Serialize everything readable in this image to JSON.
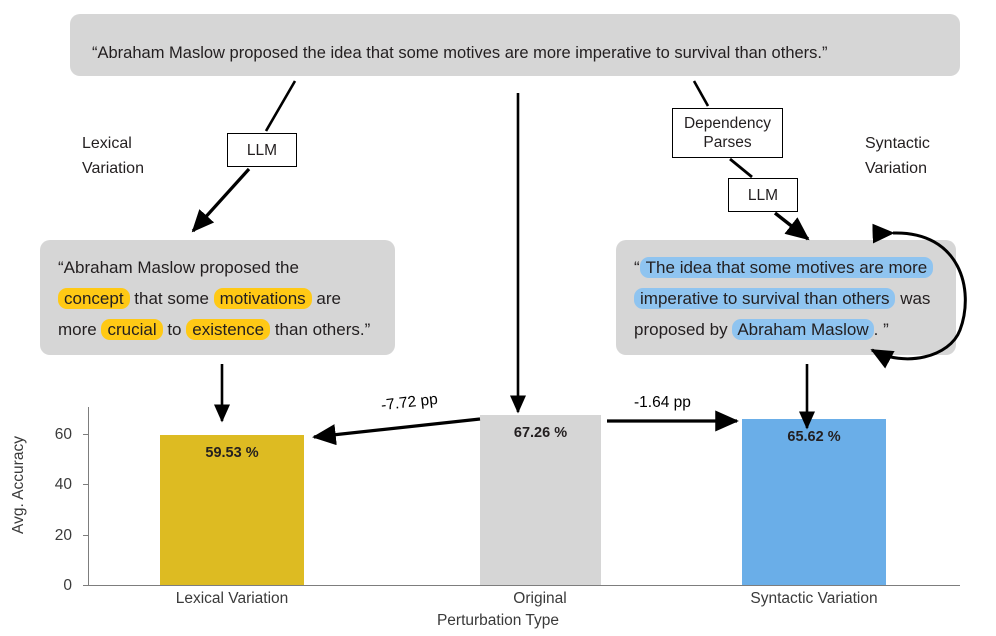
{
  "top_quote": "“Abraham Maslow proposed the idea that some motives are more imperative to survival than others.”",
  "left_branch": {
    "caption": "Lexical Variation",
    "caption_line1": "Lexical",
    "caption_line2": "Variation",
    "llm_box": "LLM",
    "quote_parts": {
      "p1": "“Abraham Maslow proposed the",
      "h1": "concept",
      "p2": "that some",
      "h2": "motivations",
      "p3": "are",
      "p4": "more",
      "h3": "crucial",
      "p5": "to",
      "h4": "existence",
      "p6": "than others.”"
    }
  },
  "right_branch": {
    "caption": "Syntactic Variation",
    "caption_line1": "Syntactic",
    "caption_line2": "Variation",
    "dep_box_line1": "Dependency",
    "dep_box_line2": "Parses",
    "llm_box": "LLM",
    "quote_parts": {
      "open_quote": "“",
      "h1": "The idea that some motives are more",
      "h2": "imperative to survival than others",
      "p1": "was",
      "p2": "proposed by",
      "h3": "Abraham Maslow",
      "p3": ".",
      "close_quote": "”"
    }
  },
  "annotations": {
    "delta_left": "-7.72 pp",
    "delta_right": "-1.64 pp"
  },
  "colors": {
    "yellow_bar": "#ddbb22",
    "grey_bar": "#d6d6d6",
    "blue_bar": "#6aaee8",
    "yellow_highlight": "#ffc915",
    "blue_highlight": "#8fc4f0",
    "panel_bg": "#d6d6d6",
    "axis": "#7d7d7d"
  },
  "chart_data": {
    "type": "bar",
    "title": "",
    "xlabel": "Perturbation Type",
    "ylabel": "Avg. Accuracy",
    "categories": [
      "Lexical Variation",
      "Original",
      "Syntactic Variation"
    ],
    "values": [
      59.53,
      67.26,
      65.62
    ],
    "value_labels": [
      "59.53 %",
      "67.26 %",
      "65.62 %"
    ],
    "bar_colors": [
      "#ddbb22",
      "#d6d6d6",
      "#6aaee8"
    ],
    "ylim": [
      0,
      70
    ],
    "yticks": [
      0,
      20,
      40,
      60
    ],
    "ytick_labels": [
      "0",
      "20",
      "40",
      "60"
    ],
    "grid": false,
    "legend": false,
    "deltas": [
      {
        "from": "Original",
        "to": "Lexical Variation",
        "label": "-7.72 pp"
      },
      {
        "from": "Original",
        "to": "Syntactic Variation",
        "label": "-1.64 pp"
      }
    ]
  }
}
